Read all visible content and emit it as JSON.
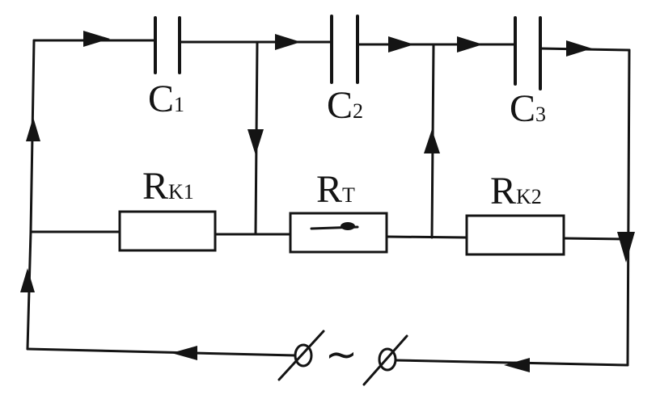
{
  "components": {
    "c1": {
      "main": "C",
      "sub": "1"
    },
    "c2": {
      "main": "C",
      "sub": "2"
    },
    "c3": {
      "main": "C",
      "sub": "3"
    },
    "rk1": {
      "main": "R",
      "sub": "K1"
    },
    "rt": {
      "main": "R",
      "sub": "T"
    },
    "rk2": {
      "main": "R",
      "sub": "K2"
    }
  },
  "source": {
    "symbol": "∼"
  },
  "colors": {
    "ink": "#141414",
    "background": "#ffffff"
  }
}
